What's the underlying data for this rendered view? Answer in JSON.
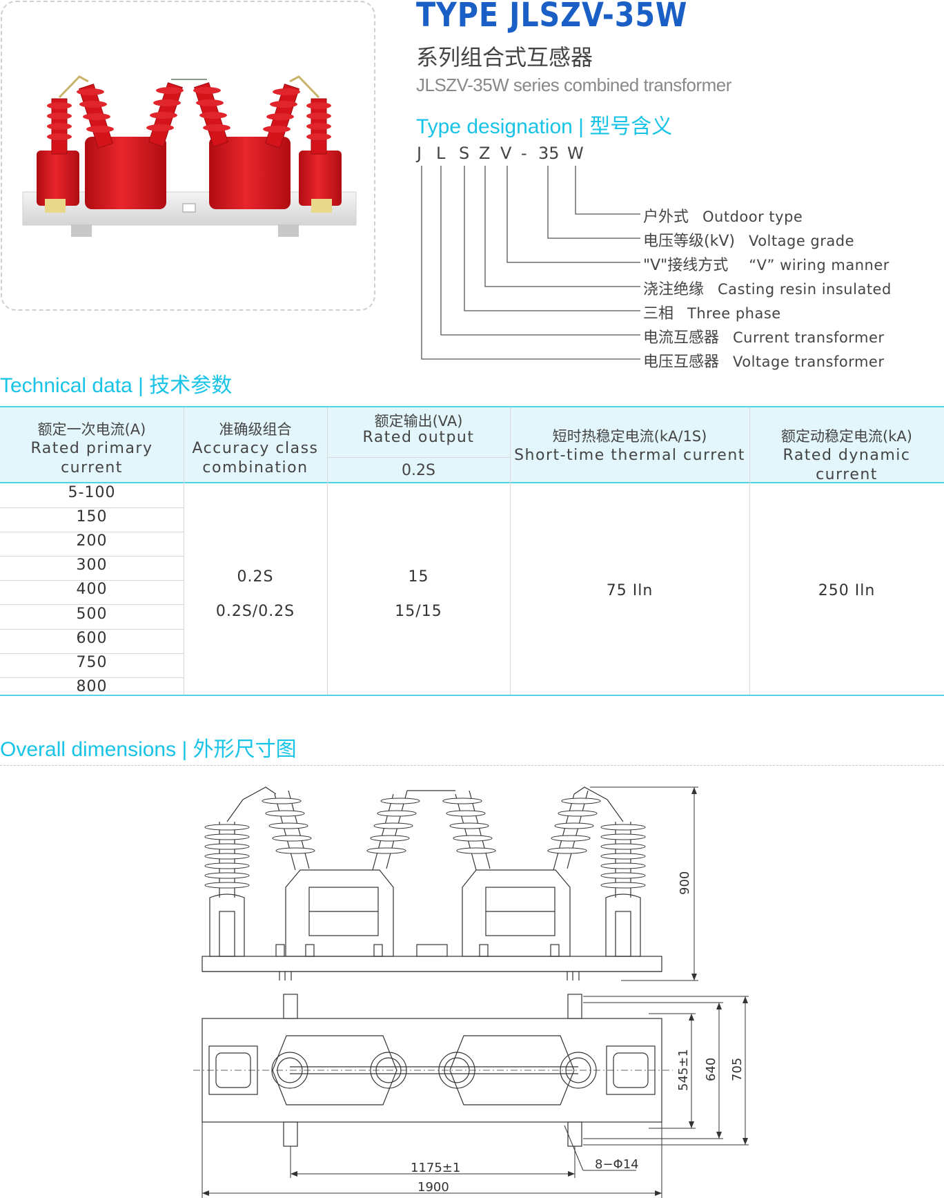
{
  "header": {
    "type_title": "TYPE  JLSZV-35W",
    "cn_subtitle": "系列组合式互感器",
    "en_subtitle": "JLSZV-35W series combined transformer",
    "type_designation_heading": "Type designation | 型号含义"
  },
  "designation": {
    "code_letters": [
      "J",
      "L",
      "S",
      "Z",
      "V",
      "-",
      "35",
      "W"
    ],
    "legend": [
      {
        "cn": "户外式",
        "en": "Outdoor type"
      },
      {
        "cn": "电压等级(kV)",
        "en": "Voltage grade"
      },
      {
        "cn": "\"V\"接线方式",
        "en": "“V”   wiring manner"
      },
      {
        "cn": "浇注绝缘",
        "en": "Casting resin insulated"
      },
      {
        "cn": "三相",
        "en": "Three phase"
      },
      {
        "cn": "电流互感器",
        "en": "Current transformer"
      },
      {
        "cn": "电压互感器",
        "en": "Voltage transformer"
      }
    ]
  },
  "technical": {
    "heading": "Technical data | 技术参数",
    "headers": {
      "rated_primary_cn": "额定一次电流(A)",
      "rated_primary_en_1": "Rated primary",
      "rated_primary_en_2": "current",
      "accuracy_cn": "准确级组合",
      "accuracy_en_1": "Accuracy class",
      "accuracy_en_2": "combination",
      "output_cn": "额定输出(VA)",
      "output_en": "Rated output",
      "output_sub": "0.2S",
      "thermal_cn": "短时热稳定电流(kA/1S)",
      "thermal_en": "Short-time thermal current",
      "dynamic_cn": "额定动稳定电流(kA)",
      "dynamic_en": "Rated dynamic current"
    },
    "rated_currents": [
      "5-100",
      "150",
      "200",
      "300",
      "400",
      "500",
      "600",
      "750",
      "800"
    ],
    "accuracy_values": [
      "0.2S",
      "0.2S/0.2S"
    ],
    "output_values": [
      "15",
      "15/15"
    ],
    "thermal_value": "75 Iln",
    "dynamic_value": "250 Iln"
  },
  "dimensions": {
    "heading": "Overall dimensions | 外形尺寸图",
    "labels": {
      "height_900": "900",
      "depth_545": "545±1",
      "depth_640": "640",
      "depth_705": "705",
      "span_1175": "1175±1",
      "length_1900": "1900",
      "holes": "8−Φ14"
    }
  },
  "colors": {
    "title_blue": "#1a5fc6",
    "accent_cyan": "#17c3e6",
    "insulator_red": "#d4141a",
    "table_header_bg": "#e3f6fb"
  }
}
